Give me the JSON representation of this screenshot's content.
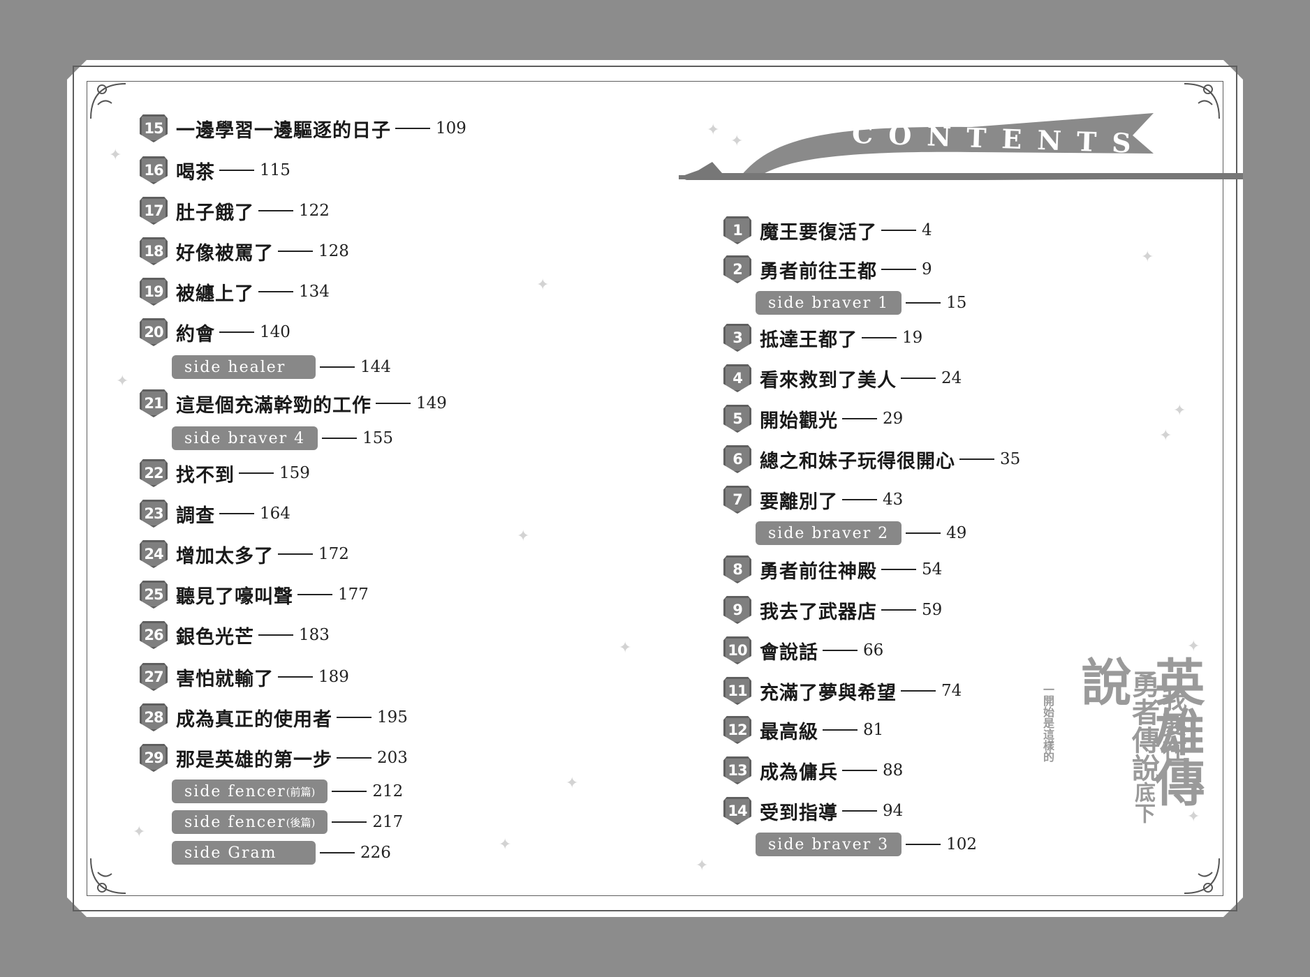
{
  "banner": {
    "title": "CONTENTS"
  },
  "left_column": [
    {
      "type": "chapter",
      "num": "15",
      "title": "一邊學習一邊驅逐的日子",
      "page": "109"
    },
    {
      "type": "chapter",
      "num": "16",
      "title": "喝茶",
      "page": "115"
    },
    {
      "type": "chapter",
      "num": "17",
      "title": "肚子餓了",
      "page": "122"
    },
    {
      "type": "chapter",
      "num": "18",
      "title": "好像被罵了",
      "page": "128"
    },
    {
      "type": "chapter",
      "num": "19",
      "title": "被纏上了",
      "page": "134"
    },
    {
      "type": "chapter",
      "num": "20",
      "title": "約會",
      "page": "140"
    },
    {
      "type": "side",
      "label": "side healer",
      "page": "144"
    },
    {
      "type": "chapter",
      "num": "21",
      "title": "這是個充滿幹勁的工作",
      "page": "149"
    },
    {
      "type": "side",
      "label": "side braver 4",
      "page": "155"
    },
    {
      "type": "chapter",
      "num": "22",
      "title": "找不到",
      "page": "159"
    },
    {
      "type": "chapter",
      "num": "23",
      "title": "調查",
      "page": "164"
    },
    {
      "type": "chapter",
      "num": "24",
      "title": "增加太多了",
      "page": "172"
    },
    {
      "type": "chapter",
      "num": "25",
      "title": "聽見了嚎叫聲",
      "page": "177"
    },
    {
      "type": "chapter",
      "num": "26",
      "title": "銀色光芒",
      "page": "183"
    },
    {
      "type": "chapter",
      "num": "27",
      "title": "害怕就輸了",
      "page": "189"
    },
    {
      "type": "chapter",
      "num": "28",
      "title": "成為真正的使用者",
      "page": "195"
    },
    {
      "type": "chapter",
      "num": "29",
      "title": "那是英雄的第一步",
      "page": "203"
    },
    {
      "type": "side",
      "label": "side fencer",
      "suffix": "(前篇)",
      "page": "212"
    },
    {
      "type": "side",
      "label": "side fencer",
      "suffix": "(後篇)",
      "page": "217"
    },
    {
      "type": "side",
      "label": "side Gram",
      "page": "226"
    }
  ],
  "right_column": [
    {
      "type": "chapter",
      "num": "1",
      "title": "魔王要復活了",
      "page": "4"
    },
    {
      "type": "chapter",
      "num": "2",
      "title": "勇者前往王都",
      "page": "9"
    },
    {
      "type": "side",
      "label": "side braver 1",
      "page": "15"
    },
    {
      "type": "chapter",
      "num": "3",
      "title": "抵達王都了",
      "page": "19"
    },
    {
      "type": "chapter",
      "num": "4",
      "title": "看來救到了美人",
      "page": "24"
    },
    {
      "type": "chapter",
      "num": "5",
      "title": "開始觀光",
      "page": "29"
    },
    {
      "type": "chapter",
      "num": "6",
      "title": "總之和妹子玩得很開心",
      "page": "35"
    },
    {
      "type": "chapter",
      "num": "7",
      "title": "要離別了",
      "page": "43"
    },
    {
      "type": "side",
      "label": "side braver 2",
      "page": "49"
    },
    {
      "type": "chapter",
      "num": "8",
      "title": "勇者前往神殿",
      "page": "54"
    },
    {
      "type": "chapter",
      "num": "9",
      "title": "我去了武器店",
      "page": "59"
    },
    {
      "type": "chapter",
      "num": "10",
      "title": "會說話",
      "page": "66"
    },
    {
      "type": "chapter",
      "num": "11",
      "title": "充滿了夢與希望",
      "page": "74"
    },
    {
      "type": "chapter",
      "num": "12",
      "title": "最高級",
      "page": "81"
    },
    {
      "type": "chapter",
      "num": "13",
      "title": "成為傭兵",
      "page": "88"
    },
    {
      "type": "chapter",
      "num": "14",
      "title": "受到指導",
      "page": "94"
    },
    {
      "type": "side",
      "label": "side braver 3",
      "page": "102"
    }
  ],
  "seal": {
    "lines": [
      "我要在",
      "勇者傳說",
      "英雄傳說",
      "底下"
    ],
    "sub": "一開始是這樣的"
  }
}
